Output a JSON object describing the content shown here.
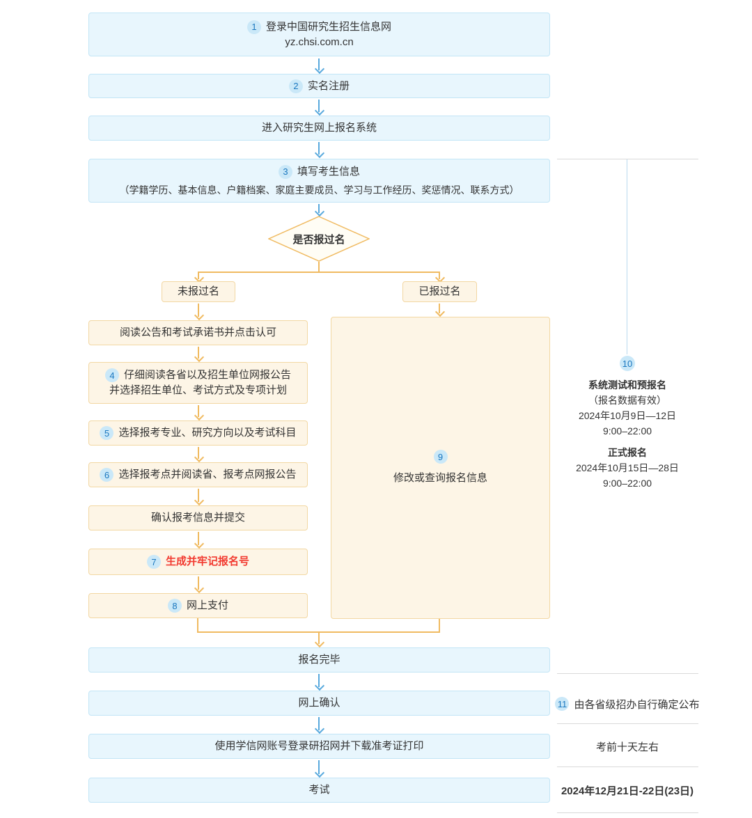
{
  "colors": {
    "blue_box_bg": "#e8f6fd",
    "blue_box_border": "#c2e5f6",
    "orange_box_bg": "#fdf5e6",
    "orange_box_border": "#f2d7a2",
    "blue_arrow": "#58a9dd",
    "orange_arrow": "#f0ba60",
    "badge_bg": "#cae8f8",
    "badge_text": "#1a77bf",
    "red_text": "#f23a30"
  },
  "flow": {
    "login": {
      "badge": "1",
      "title": "登录中国研究生招生信息网",
      "url": "yz.chsi.com.cn"
    },
    "register": {
      "badge": "2",
      "label": "实名注册"
    },
    "enter_system": {
      "label": "进入研究生网上报名系统"
    },
    "fill_info": {
      "badge": "3",
      "label": "填写考生信息",
      "detail": "（学籍学历、基本信息、户籍档案、家庭主要成员、学习与工作经历、奖惩情况、联系方式）"
    },
    "decision": {
      "label": "是否报过名"
    },
    "branch_no": {
      "label": "未报过名"
    },
    "branch_yes": {
      "label": "已报过名"
    },
    "new_steps": [
      {
        "label": "阅读公告和考试承诺书并点击认可"
      },
      {
        "badge": "4",
        "line1": "仔细阅读各省以及招生单位网报公告",
        "line2": "并选择招生单位、考试方式及专项计划"
      },
      {
        "badge": "5",
        "label": "选择报考专业、研究方向以及考试科目"
      },
      {
        "badge": "6",
        "label": "选择报考点并阅读省、报考点网报公告"
      },
      {
        "label": "确认报考信息并提交"
      },
      {
        "badge": "7",
        "label": "生成并牢记报名号"
      },
      {
        "badge": "8",
        "label": "网上支付"
      }
    ],
    "modify": {
      "badge": "9",
      "label": "修改或查询报名信息"
    },
    "done": {
      "label": "报名完毕"
    },
    "confirm": {
      "label": "网上确认"
    },
    "print": {
      "label": "使用学信网账号登录研招网并下载准考证打印"
    },
    "exam": {
      "label": "考试"
    }
  },
  "sidebar": {
    "schedule": {
      "badge": "10",
      "pre_title": "系统测试和预报名",
      "pre_note": "（报名数据有效）",
      "pre_date": "2024年10月9日—12日",
      "pre_time": "9:00–22:00",
      "formal_title": "正式报名",
      "formal_date": "2024年10月15日—28日",
      "formal_time": "9:00–22:00"
    },
    "confirm_note": {
      "badge": "11",
      "label": "由各省级招办自行确定公布"
    },
    "print_note": "考前十天左右",
    "exam_note": "2024年12月21日-22日(23日)"
  }
}
